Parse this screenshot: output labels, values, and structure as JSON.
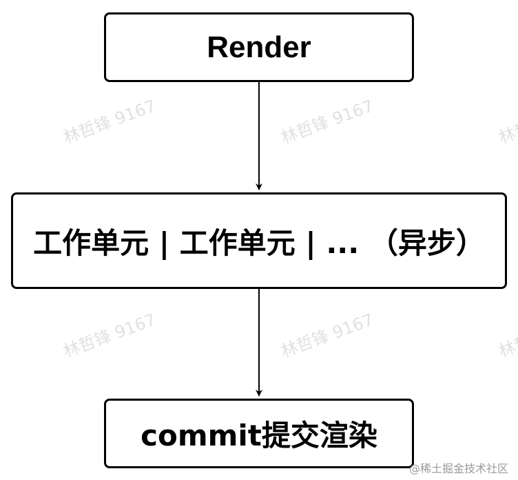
{
  "watermark": {
    "text": "林哲锋 9167"
  },
  "diagram": {
    "nodes": [
      {
        "id": "render",
        "label": "Render"
      },
      {
        "id": "work",
        "label": "工作单元 | 工作单元 | ... （异步）"
      },
      {
        "id": "commit",
        "label": "commit提交渲染"
      }
    ],
    "edges": [
      {
        "from": "render",
        "to": "work"
      },
      {
        "from": "work",
        "to": "commit"
      }
    ],
    "colors": {
      "stroke": "#000000",
      "fill": "#ffffff"
    }
  },
  "footer": {
    "text": "@稀土掘金技术社区"
  }
}
